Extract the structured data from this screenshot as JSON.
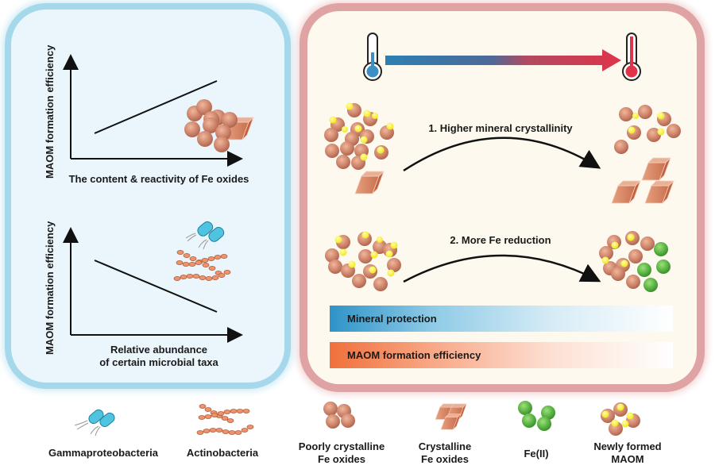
{
  "left_panel": {
    "top_graph": {
      "ylabel": "MAOM formation efficiency",
      "xlabel": "The content & reactivity of Fe oxides",
      "trend": "increasing"
    },
    "bottom_graph": {
      "ylabel": "MAOM formation efficiency",
      "xlabel_line1": "Relative abundance",
      "xlabel_line2": "of certain microbial taxa",
      "trend": "decreasing"
    }
  },
  "right_panel": {
    "temperature_arrow": {
      "from": "low temperature",
      "to": "high temperature",
      "start_color": "#2d7fb3",
      "end_color": "#e0344a"
    },
    "process1_label": "1. Higher mineral crystallinity",
    "process2_label": "2. More Fe reduction",
    "bar1_label": "Mineral protection",
    "bar2_label": "MAOM formation efficiency",
    "bar1_color": "#2e93c8",
    "bar2_color": "#f0703a"
  },
  "legend": [
    {
      "label": "Gammaproteobacteria",
      "icon": "gammaproteobacteria-icon"
    },
    {
      "label": "Actinobacteria",
      "icon": "actinobacteria-icon"
    },
    {
      "label_line1": "Poorly crystalline",
      "label_line2": "Fe oxides",
      "icon": "poorly-crystalline-fe-oxide-icon"
    },
    {
      "label_line1": "Crystalline",
      "label_line2": "Fe oxides",
      "icon": "crystalline-fe-oxide-icon"
    },
    {
      "label": "Fe(II)",
      "icon": "fe2-icon"
    },
    {
      "label_line1": "Newly formed",
      "label_line2": "MAOM",
      "icon": "newly-formed-maom-icon"
    }
  ],
  "colors": {
    "fe_oxide": "#c9826a",
    "crystal": "#d98a66",
    "fe2": "#5cb548",
    "maom": "#f7f02a",
    "bacteria": "#4fc3e0"
  }
}
